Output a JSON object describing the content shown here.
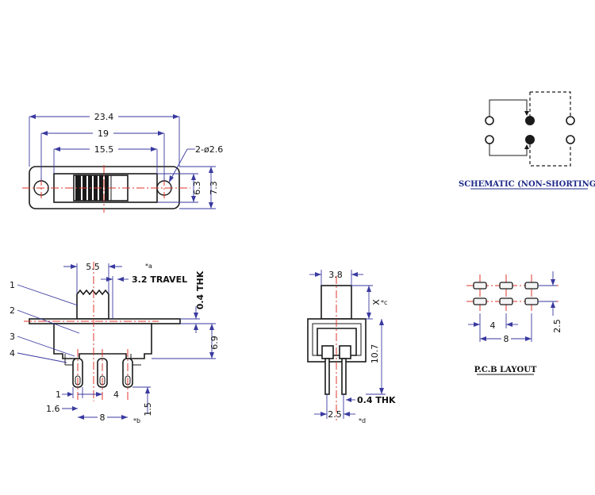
{
  "top_view": {
    "dim_overall": "23.4",
    "dim_holes": "19",
    "dim_body": "15.5",
    "dim_hole_dia": "2-ø2.6",
    "dim_body_h": "6.3",
    "dim_overall_h": "7.3"
  },
  "side_view": {
    "label_1": "1",
    "label_2": "2",
    "label_3": "3",
    "label_4": "4",
    "dim_actuator_w": "5.5",
    "note_a": "*a",
    "dim_travel": "3.2 TRAVEL",
    "dim_thk": "0.4 THK",
    "dim_height": "6.9",
    "dim_pin_w": "1",
    "dim_pin_offset": "1.6",
    "dim_pitch": "4",
    "dim_span": "8",
    "note_b": "*b",
    "dim_pin_len": "1.5"
  },
  "end_view": {
    "dim_width": "3.8",
    "dim_x": "X",
    "note_c": "*c",
    "dim_height": "10.7",
    "dim_thk": "0.4 THK",
    "dim_pin_gap": "2.5",
    "note_d": "*d"
  },
  "schematic": {
    "caption": "SCHEMATIC (NON-SHORTING)"
  },
  "pcb": {
    "dim_pitch_x": "4",
    "dim_span_x": "8",
    "dim_pitch_y": "2.5",
    "caption": "P.C.B LAYOUT"
  }
}
